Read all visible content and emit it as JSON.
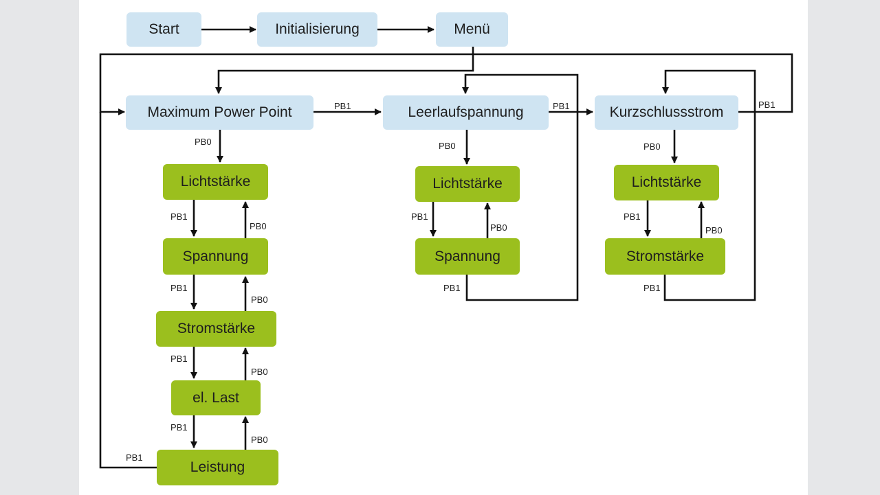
{
  "nodes": {
    "start": "Start",
    "init": "Initialisierung",
    "menu": "Menü",
    "mpp": "Maximum Power Point",
    "leer": "Leerlaufspannung",
    "kurz": "Kurzschlussstrom",
    "mpp_licht": "Lichtstärke",
    "mpp_spannung": "Spannung",
    "mpp_strom": "Stromstärke",
    "mpp_last": "el. Last",
    "mpp_leistung": "Leistung",
    "leer_licht": "Lichtstärke",
    "leer_spannung": "Spannung",
    "kurz_licht": "Lichtstärke",
    "kurz_strom": "Stromstärke"
  },
  "edge_labels": {
    "pb0": "PB0",
    "pb1": "PB1"
  },
  "colors": {
    "header_node": "#cfe4f2",
    "state_node": "#9bbf1e",
    "line": "#111111"
  }
}
